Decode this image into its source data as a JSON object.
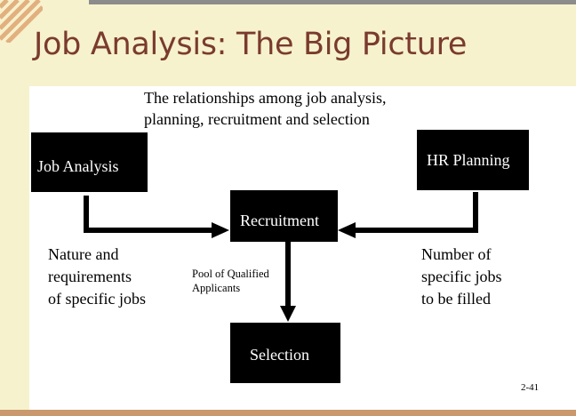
{
  "slide": {
    "title": "Job Analysis: The Big Picture",
    "subtitle_line1": "The relationships among job analysis,",
    "subtitle_line2": "planning, recruitment and selection",
    "slide_number": "2-41"
  },
  "nodes": {
    "job_analysis": "Job Analysis",
    "hr_planning": "HR Planning",
    "recruitment": "Recruitment",
    "selection": "Selection"
  },
  "labels": {
    "nature_line1": "Nature and",
    "nature_line2": "requirements",
    "nature_line3": "of specific jobs",
    "pool_line1": "Pool of Qualified",
    "pool_line2": "Applicants",
    "number_line1": "Number of",
    "number_line2": "specific jobs",
    "number_line3": "to be filled"
  },
  "colors": {
    "background": "#f6f2cd",
    "title": "#7a3b2e",
    "box": "#000000",
    "box_text": "#ffffff",
    "accent_bar": "#c9986d"
  }
}
